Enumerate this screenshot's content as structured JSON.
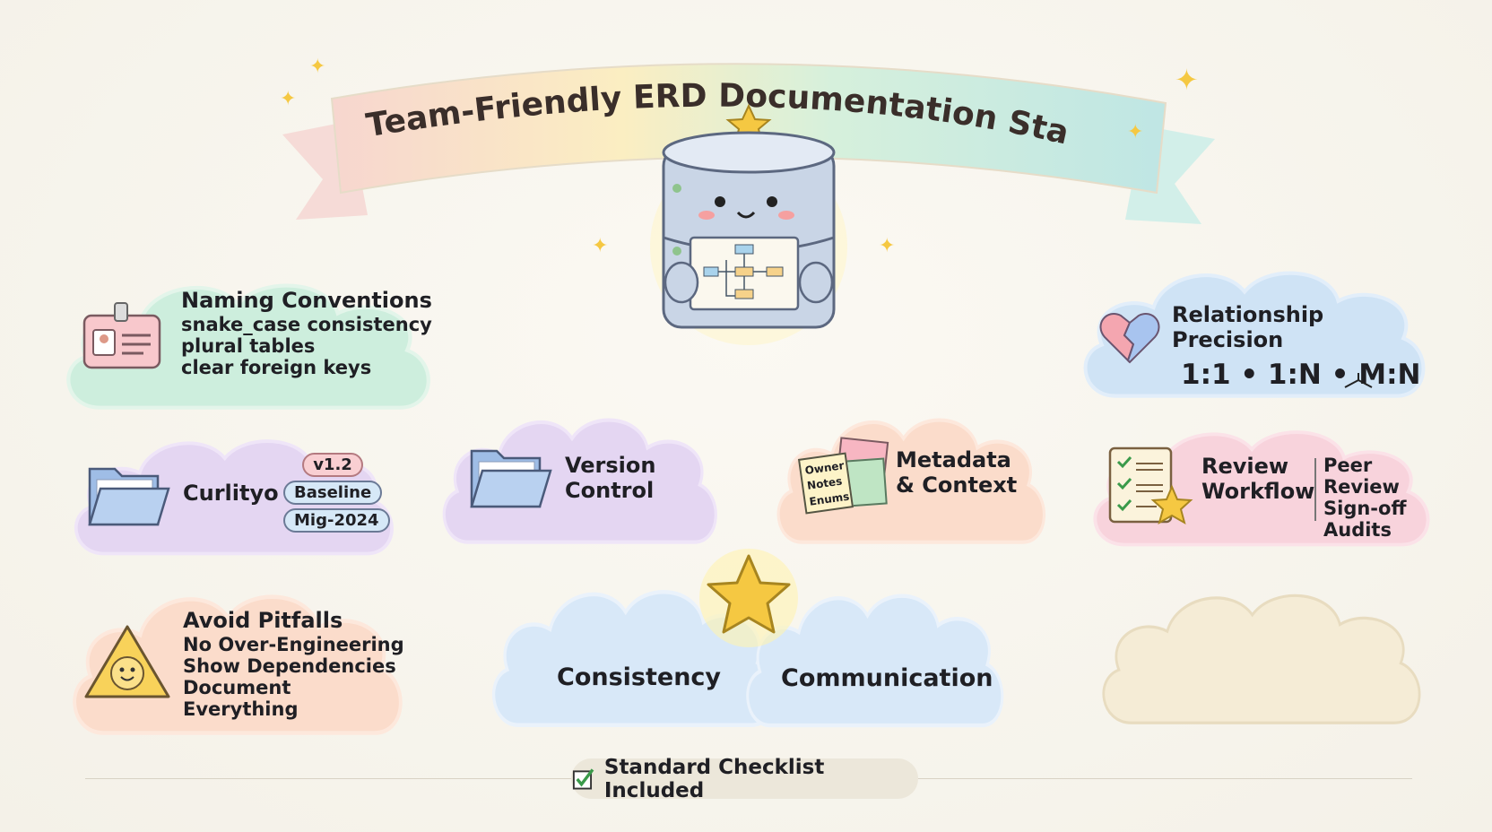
{
  "title": "Team-Friendly ERD Documentation Standards",
  "naming": {
    "heading": "Naming Conventions",
    "items": [
      "snake_case consistency",
      "plural tables",
      "clear foreign keys"
    ]
  },
  "relationship": {
    "heading": "Relationship Precision",
    "notation": "1:1 • 1:N • M:N"
  },
  "curation": {
    "heading": "Curlityo",
    "tags": [
      "v1.2",
      "Baseline",
      "Mig-2024"
    ]
  },
  "version": {
    "heading_line1": "Version",
    "heading_line2": "Control"
  },
  "metadata": {
    "heading_line1": "Metadata",
    "heading_line2": "& Context",
    "note_lines": [
      "Owner",
      "Notes",
      "Enums"
    ]
  },
  "review": {
    "heading_line1": "Review",
    "heading_line2": "Workflow",
    "items": [
      "Peer Review",
      "Sign-off",
      "Audits"
    ]
  },
  "pitfalls": {
    "heading": "Avoid Pitfalls",
    "items": [
      "No Over-Engineering",
      "Show Dependencies",
      "Document Everything"
    ]
  },
  "center": {
    "left_label": "Consistency",
    "right_label": "Communication"
  },
  "footer": {
    "checklist_label": "Standard Checklist Included"
  },
  "colors": {
    "green_cloud": "#cdeedd",
    "blue_cloud": "#cfe3f5",
    "purple_cloud": "#e4d6f2",
    "peach_cloud": "#fbdccb",
    "pink_cloud": "#f8d3dc",
    "cream_cloud": "#f5ecd6",
    "star": "#f5c842"
  }
}
